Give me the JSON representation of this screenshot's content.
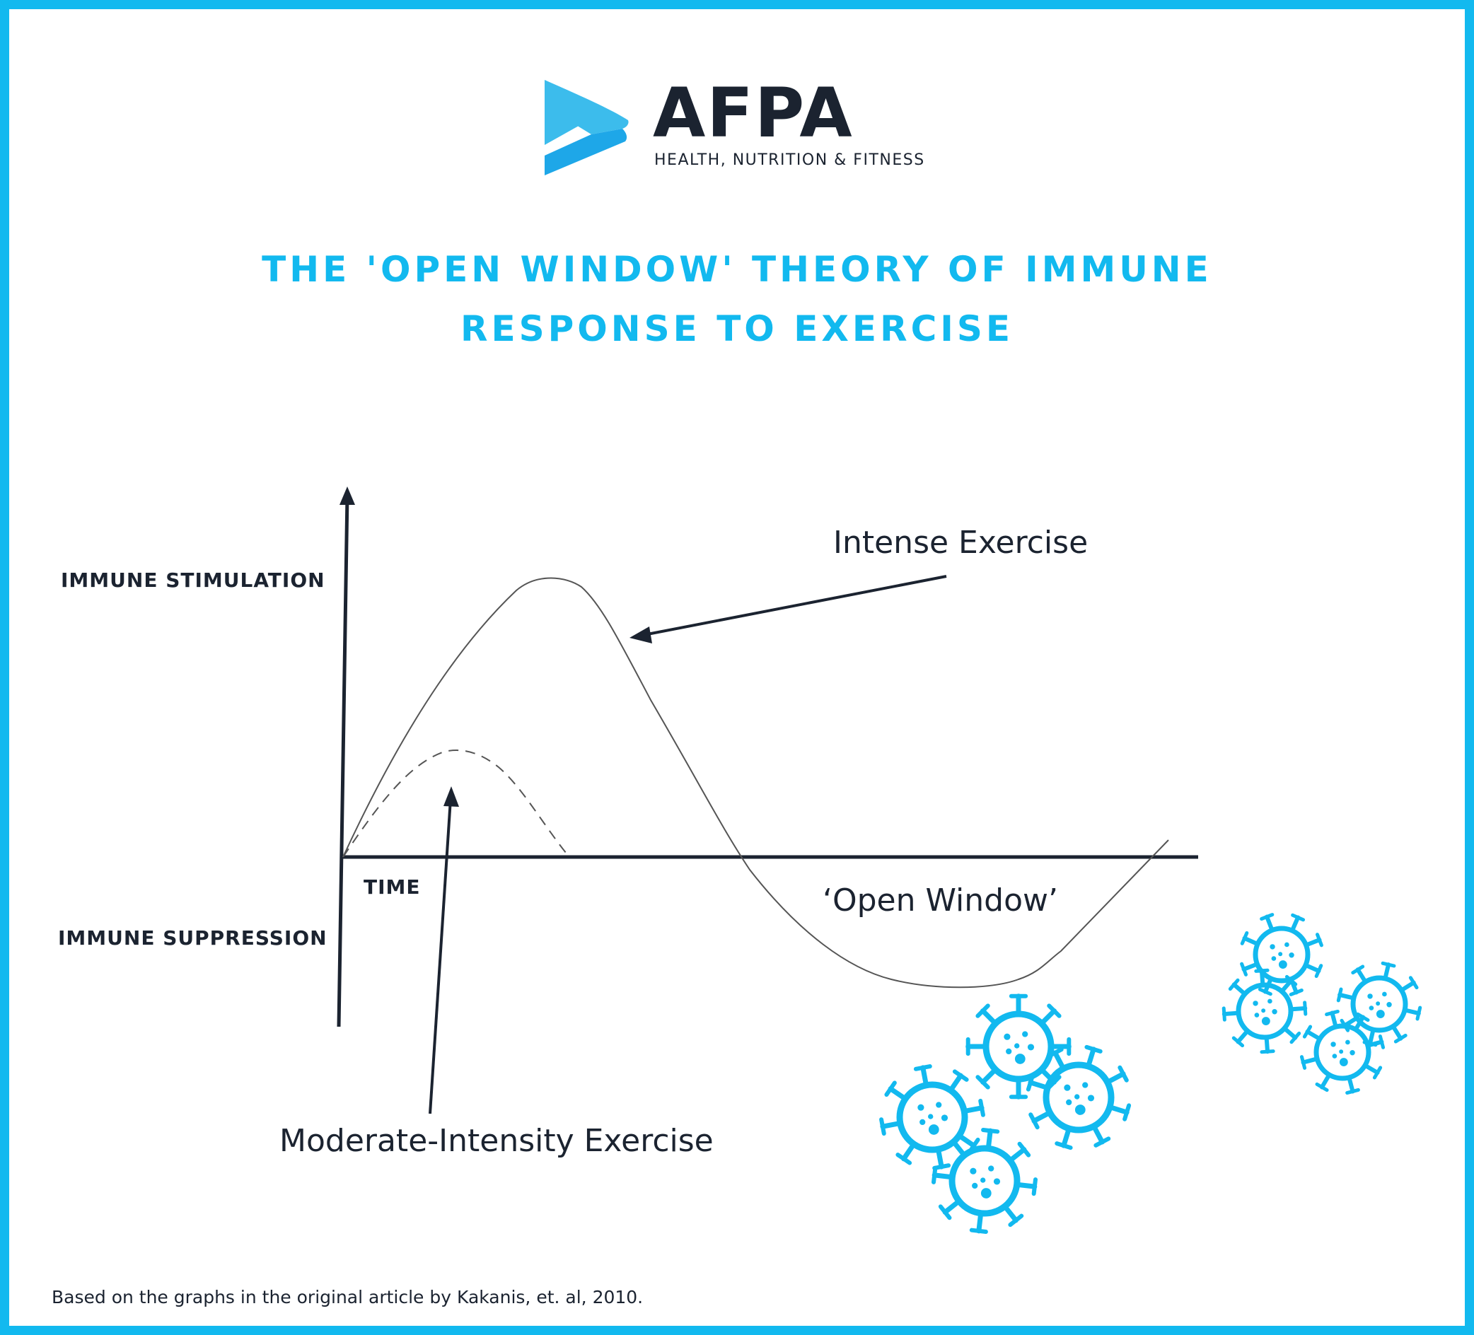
{
  "logo": {
    "name": "AFPA",
    "tagline": "HEALTH, NUTRITION & FITNESS",
    "icon": "chevron-arrow-icon",
    "color": "#12b9ef"
  },
  "title": {
    "line1": "THE 'OPEN WINDOW' THEORY OF IMMUNE",
    "line2": "RESPONSE TO EXERCISE"
  },
  "axes": {
    "y_top_label": "IMMUNE STIMULATION",
    "y_bottom_label": "IMMUNE SUPPRESSION",
    "x_label": "TIME"
  },
  "annotations": {
    "intense": "Intense Exercise",
    "moderate": "Moderate-Intensity Exercise",
    "open_window": "‘Open Window’"
  },
  "source": "Based on the graphs in the original article by Kakanis, et. al, 2010.",
  "decoration": {
    "icon": "virus-icon",
    "color": "#12b9ef"
  },
  "colors": {
    "accent": "#12b9ef",
    "text": "#1b2330",
    "curve": "#555555"
  }
}
